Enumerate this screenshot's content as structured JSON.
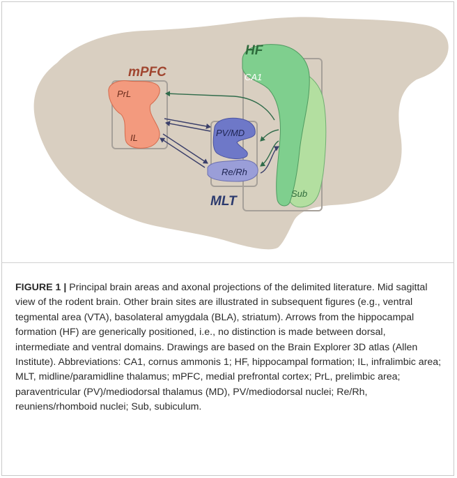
{
  "diagram": {
    "labels": {
      "mpfc": "mPFC",
      "prl": "PrL",
      "il": "IL",
      "hf": "HF",
      "ca1": "CA1",
      "sub": "Sub",
      "pvmd": "PV/MD",
      "rerh": "Re/Rh",
      "mlt": "MLT"
    },
    "colors": {
      "brain": "#d9cfc1",
      "mpfc_region": "#f39a7e",
      "mpfc_label": "#a0452f",
      "pv_md": "#6e78c8",
      "re_rh": "#9a9ed8",
      "hf_dark": "#7fcf8e",
      "hf_light": "#b3dfa0",
      "hf_label": "#2e6b3c",
      "mlt_label": "#2b3a6e",
      "arrow_from_hf": "#2f6b4a",
      "arrow_thalamic": "#3a3f6a",
      "box": "#a6a099"
    }
  },
  "caption": {
    "lead": "FIGURE 1 |",
    "text": " Principal brain areas and axonal projections of the delimited literature. Mid sagittal view of the rodent brain. Other brain sites are illustrated in subsequent figures (e.g., ventral tegmental area (VTA), basolateral amygdala (BLA), striatum). Arrows from the hippocampal formation (HF) are generically positioned, i.e., no distinction is made between dorsal, intermediate and ventral domains. Drawings are based on the Brain Explorer 3D atlas (Allen Institute). Abbreviations: CA1, cornus ammonis 1; HF, hippocampal formation; IL, infralimbic area; MLT, midline/paramidline thalamus; mPFC, medial prefrontal cortex; PrL, prelimbic area; paraventricular (PV)/mediodorsal thalamus (MD), PV/mediodorsal nuclei; Re/Rh, reuniens/rhomboid nuclei; Sub, subiculum."
  }
}
